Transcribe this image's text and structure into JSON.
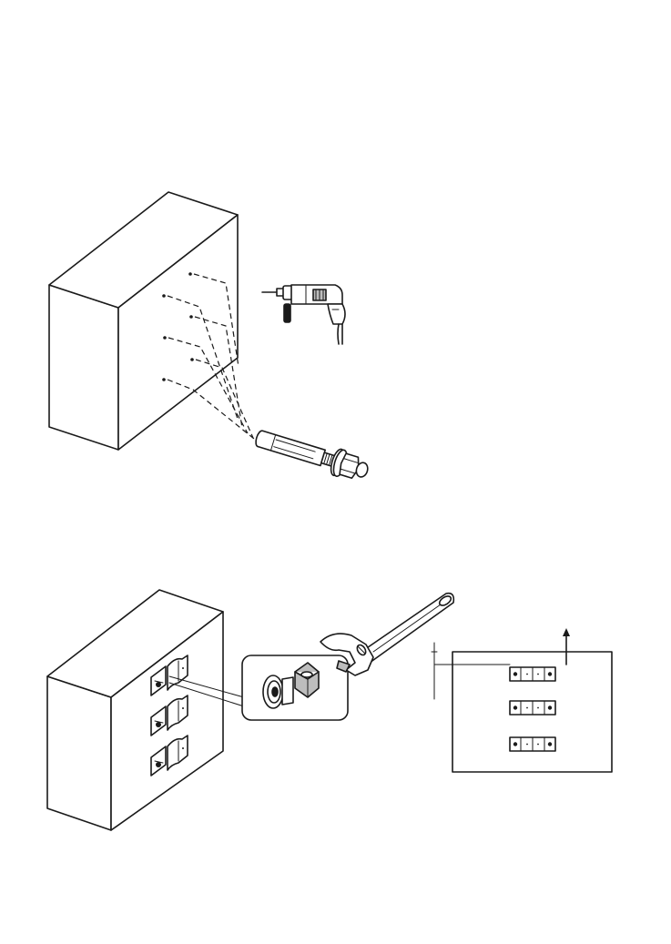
{
  "figure_1": {
    "components": [
      "wall-block",
      "hammer-drill",
      "expansion-anchor-bolt"
    ],
    "drill_hole_count": 6
  },
  "figure_2": {
    "components": [
      "wall-block",
      "mounting-brackets",
      "washer-and-nut",
      "adjustable-wrench",
      "mounting-layout-panel"
    ],
    "bracket_count": 3,
    "layout_bracket_count": 3
  },
  "colors": {
    "line": "#1a1a1a",
    "background": "#ffffff",
    "shade": "#bdbdbd"
  }
}
